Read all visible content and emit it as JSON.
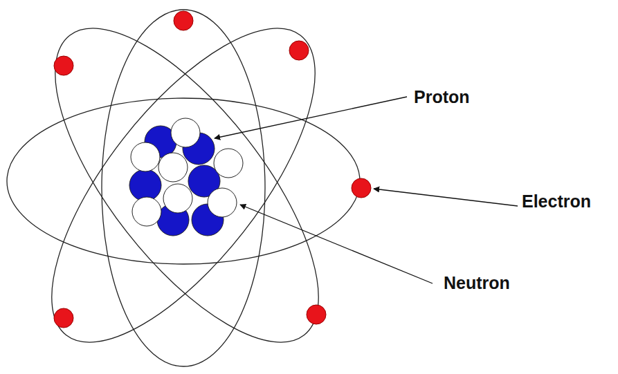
{
  "diagram": {
    "labels": [
      "Proton",
      "Electron",
      "Neutron"
    ]
  }
}
